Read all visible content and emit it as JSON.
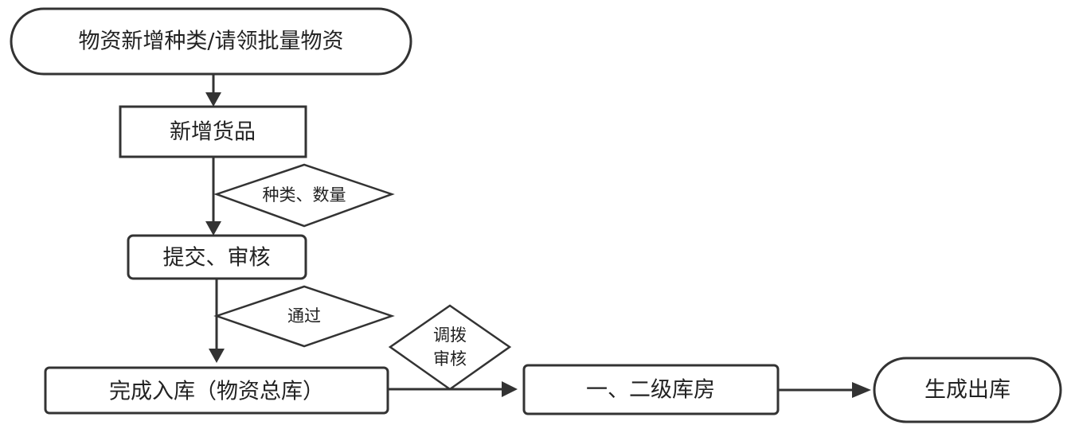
{
  "nodes": {
    "start": "物资新增种类/请领批量物资",
    "add_goods": "新增货品",
    "submit_review": "提交、审核",
    "complete_inbound": "完成入库（物资总库）",
    "secondary_warehouse": "一、二级库房",
    "generate_outbound": "生成出库"
  },
  "conditions": {
    "type_quantity": "种类、数量",
    "pass": "通过",
    "transfer_review_line1": "调拨",
    "transfer_review_line2": "审核"
  },
  "colors": {
    "stroke": "#333333",
    "fill": "#ffffff",
    "text": "#222222"
  }
}
